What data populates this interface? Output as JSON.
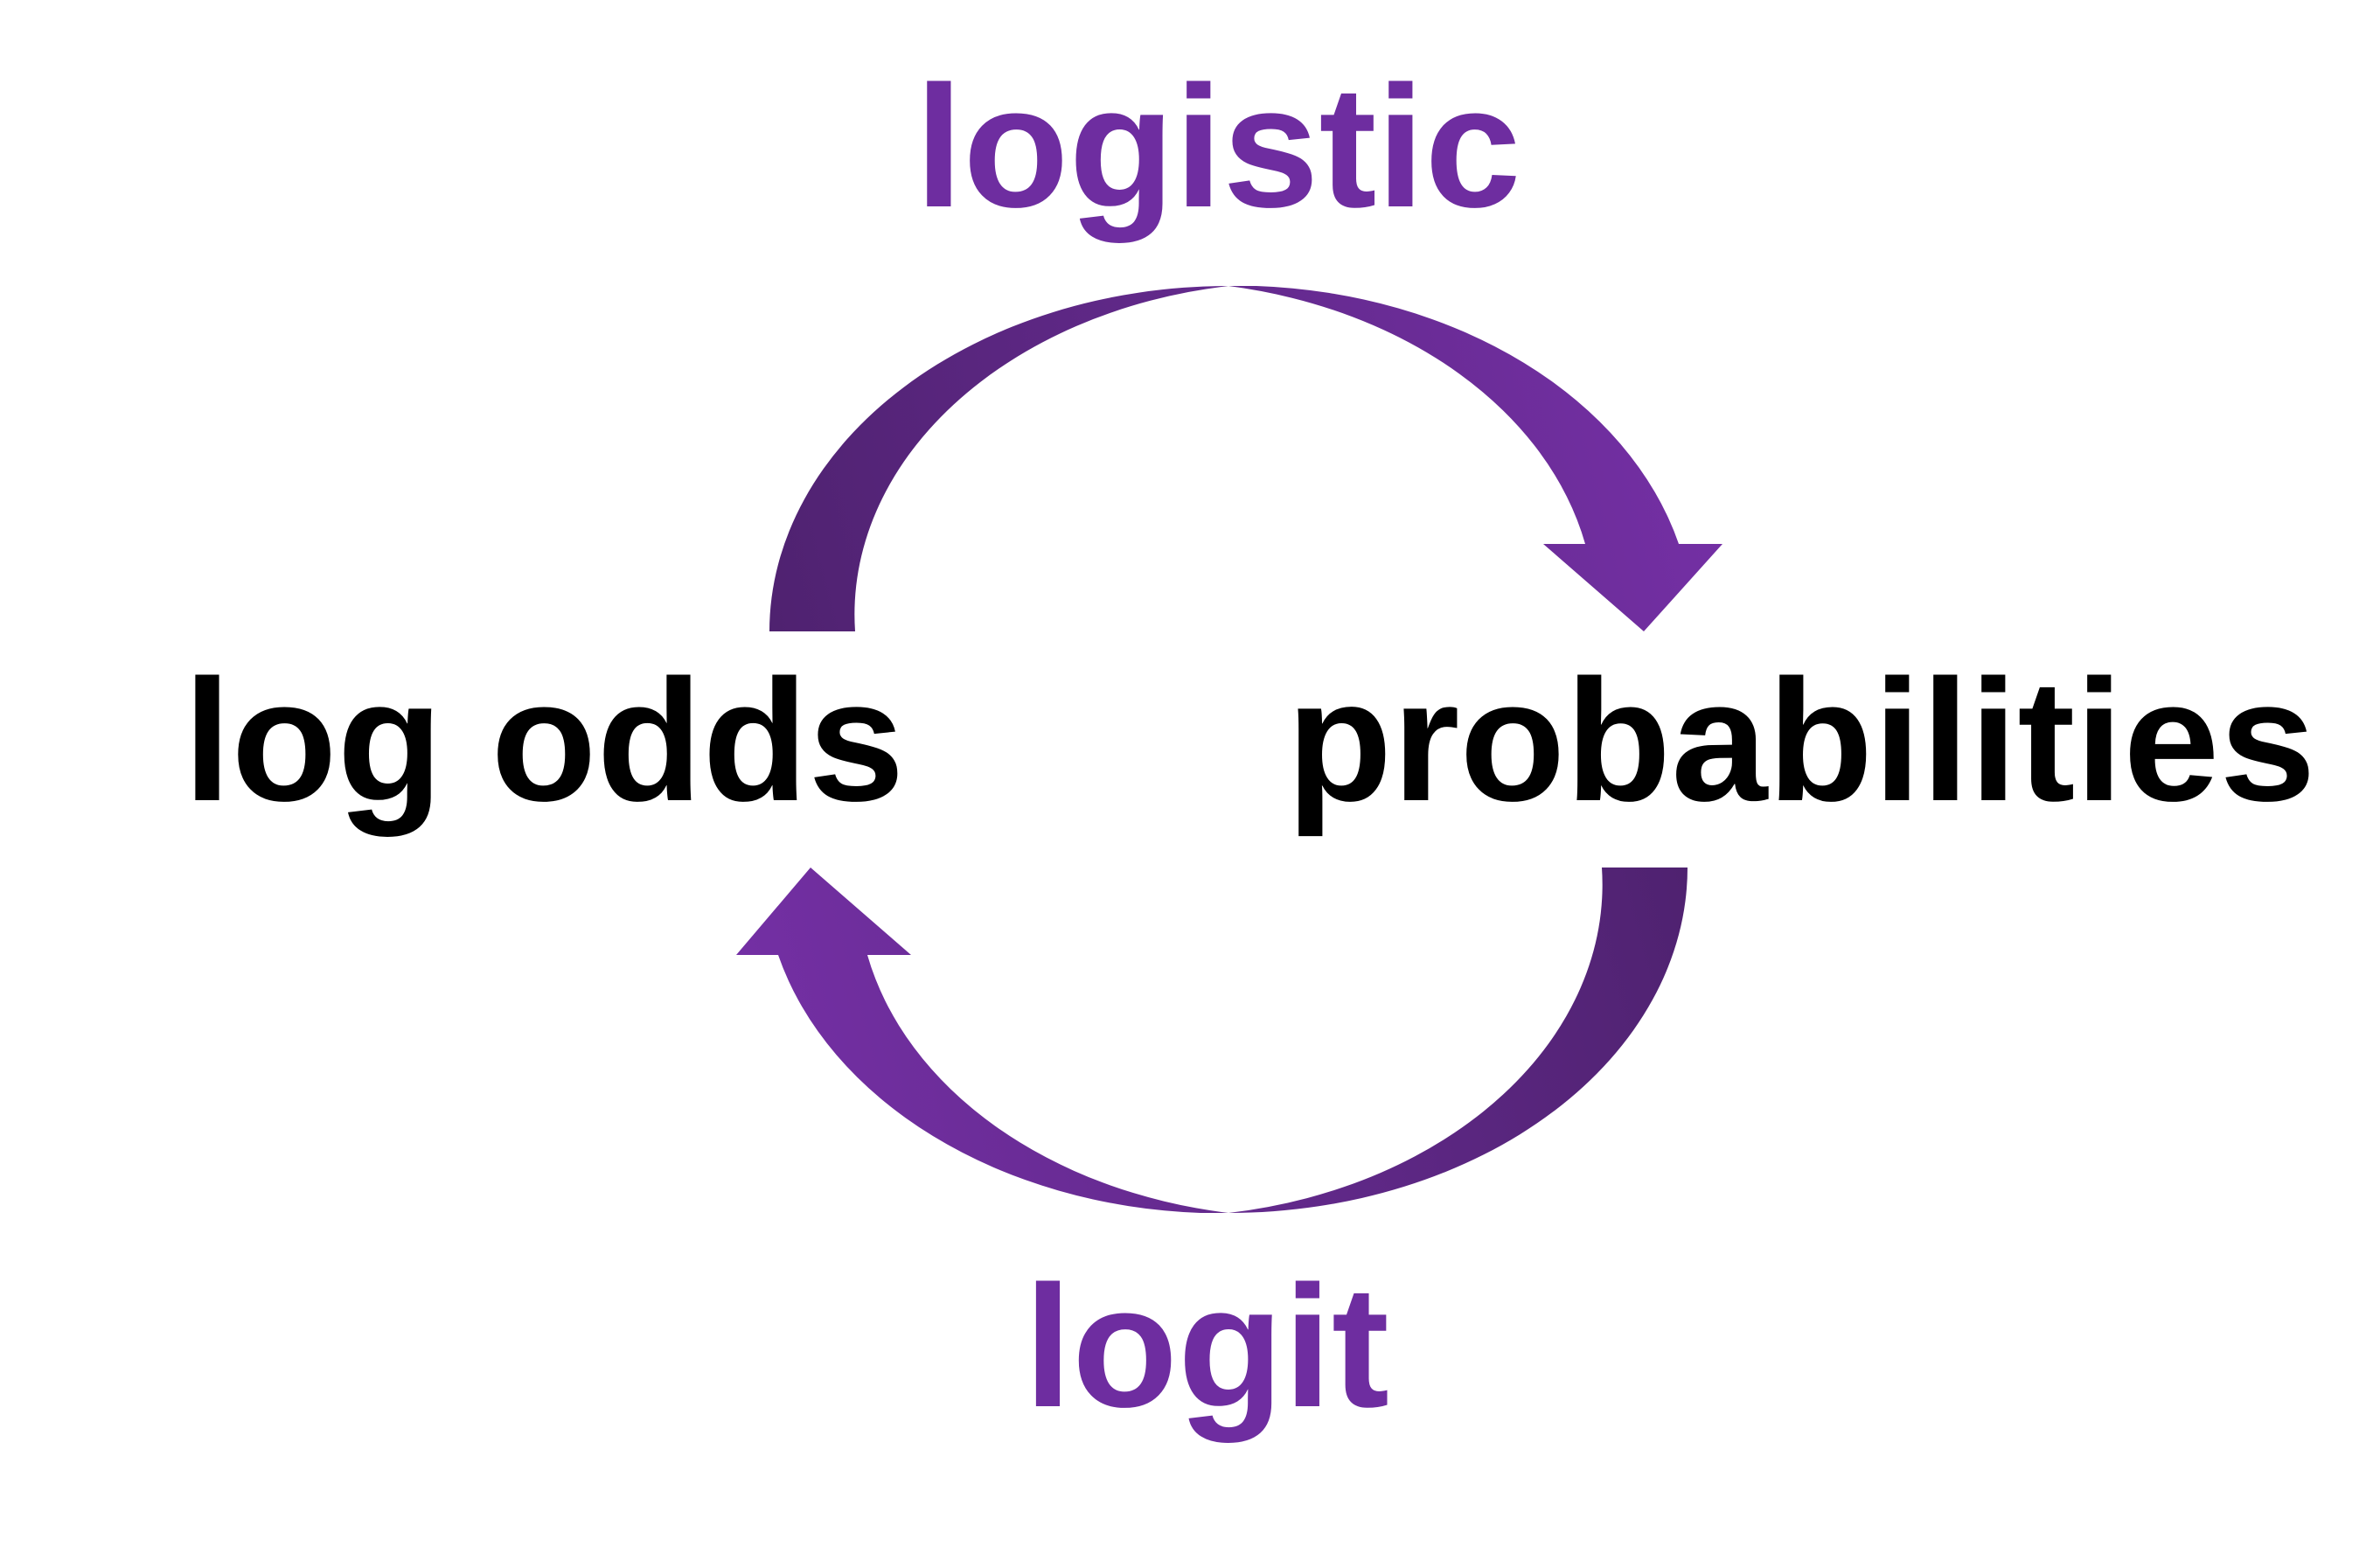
{
  "labels": {
    "top": "logistic",
    "bottom": "logit",
    "left": "log odds",
    "right": "probabilities"
  },
  "colors": {
    "arrow_light": "#7530A6",
    "arrow_dark": "#4F2270",
    "top_label": "#6E2DA0",
    "bottom_label": "#6E2DA0",
    "node_text": "#000000",
    "background": "#FFFFFF"
  }
}
